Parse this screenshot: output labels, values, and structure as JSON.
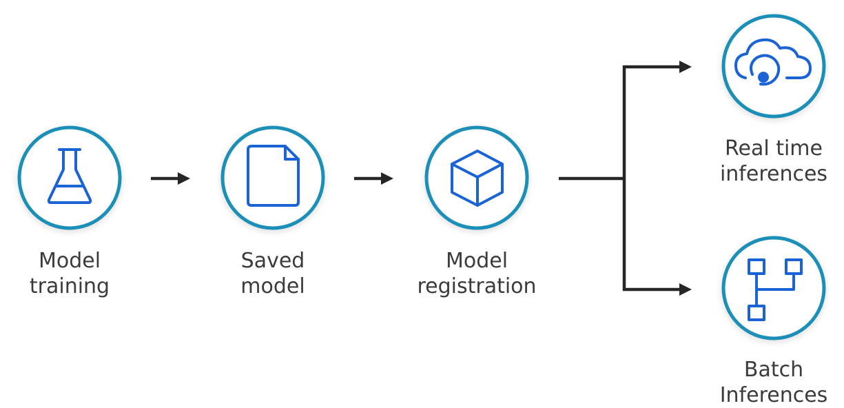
{
  "nodes": {
    "model_training": {
      "label_line1": "Model",
      "label_line2": "training",
      "icon": "flask-icon"
    },
    "saved_model": {
      "label_line1": "Saved",
      "label_line2": "model",
      "icon": "document-icon"
    },
    "model_registration": {
      "label_line1": "Model",
      "label_line2": "registration",
      "icon": "cube-icon"
    },
    "real_time_inferences": {
      "label_line1": "Real time",
      "label_line2": "inferences",
      "icon": "cloud-service-icon"
    },
    "batch_inferences": {
      "label_line1": "Batch",
      "label_line2": "Inferences",
      "icon": "hierarchy-icon"
    }
  },
  "colors": {
    "circle_border": "#1b8fb8",
    "icon": "#1a63d6",
    "arrow": "#262626",
    "label_text": "#3b3b3b"
  }
}
